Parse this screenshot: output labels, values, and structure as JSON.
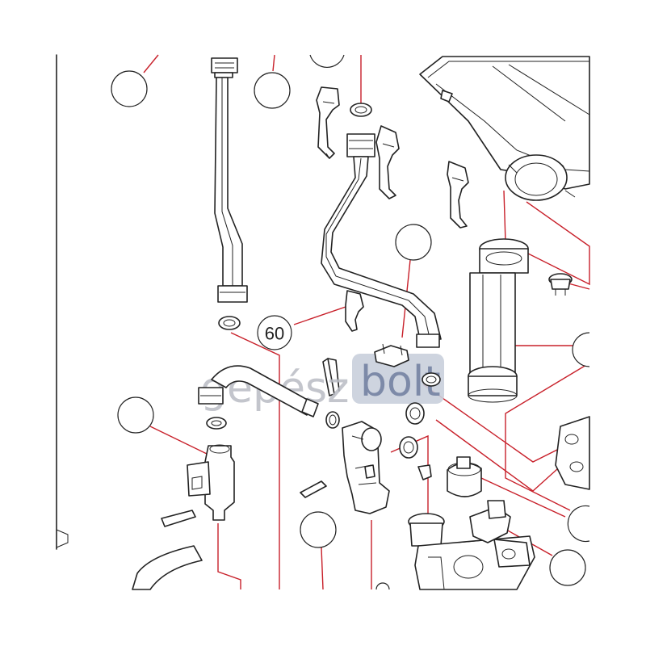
{
  "diagram": {
    "callouts": [
      {
        "id": "callout-60",
        "label": "60"
      }
    ]
  },
  "watermark": {
    "part1": "gépész",
    "part2": "bolt",
    "part1_color": "#b9bcc4",
    "part2_color": "#7d8aa8",
    "box_color": "#c9cfdc"
  },
  "colors": {
    "leader": "#c8202a",
    "ink": "#222222"
  }
}
